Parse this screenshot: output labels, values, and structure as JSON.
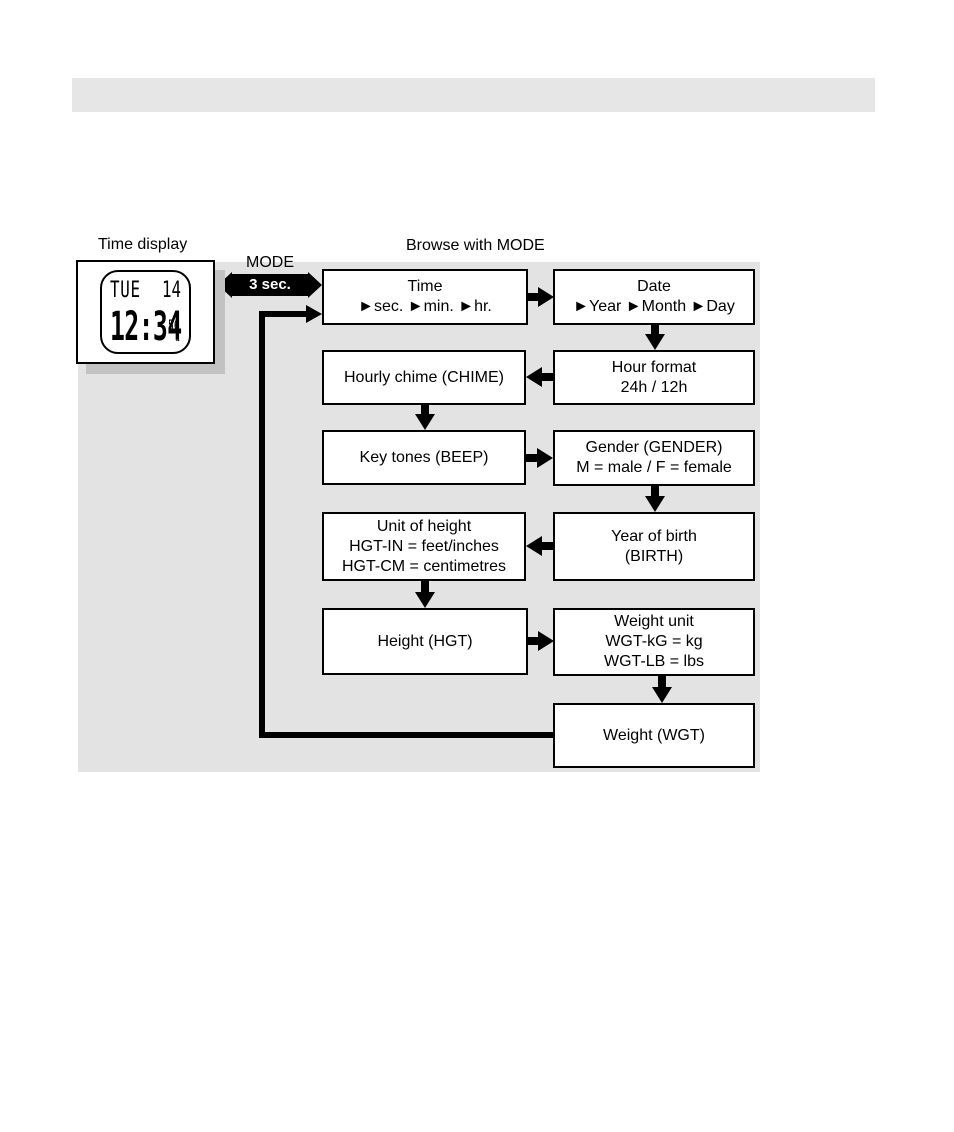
{
  "header_bar": {
    "color": "#e6e6e6"
  },
  "time_display": {
    "label": "Time display",
    "day": "TUE",
    "date": "14",
    "time": "12:34",
    "seconds": "56"
  },
  "mode_link": {
    "label": "MODE",
    "duration": "3 sec."
  },
  "browse_label": "Browse with MODE",
  "boxes": {
    "time": {
      "line1": "Time",
      "line2": "►sec. ►min. ►hr."
    },
    "date": {
      "line1": "Date",
      "line2": "►Year ►Month ►Day"
    },
    "hour_format": {
      "line1": "Hour format",
      "line2": "24h / 12h"
    },
    "hourly_chime": {
      "line1": "Hourly chime (CHIME)"
    },
    "key_tones": {
      "line1": "Key tones (BEEP)"
    },
    "gender": {
      "line1": "Gender (GENDER)",
      "line2": "M = male / F = female"
    },
    "year_of_birth": {
      "line1": "Year of birth",
      "line2": "(BIRTH)"
    },
    "unit_of_height": {
      "line1": "Unit of height",
      "line2": "HGT-IN = feet/inches",
      "line3": "HGT-CM = centimetres"
    },
    "height": {
      "line1": "Height (HGT)"
    },
    "weight_unit": {
      "line1": "Weight unit",
      "line2": "WGT-kG = kg",
      "line3": "WGT-LB = lbs"
    },
    "weight": {
      "line1": "Weight (WGT)"
    }
  }
}
